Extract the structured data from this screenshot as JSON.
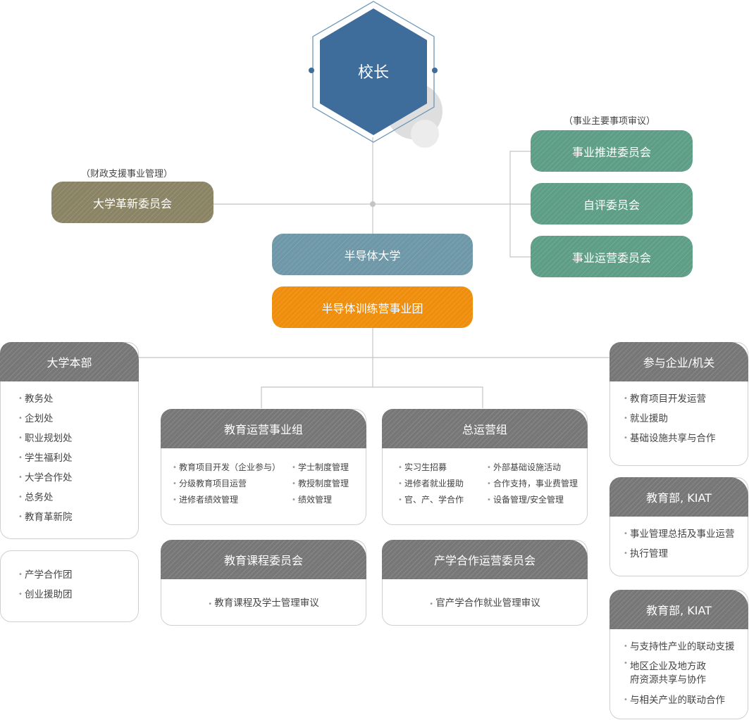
{
  "president": {
    "label": "校长"
  },
  "left_committee": {
    "note": "（财政支援事业管理）",
    "label": "大学革新委员会"
  },
  "right_committees": {
    "note": "（事业主要事项审议）",
    "items": [
      "事业推进委员会",
      "自评委员会",
      "事业运营委员会"
    ]
  },
  "semiconductor_univ": {
    "label": "半导体大学"
  },
  "training_group": {
    "label": "半导体训练营事业团"
  },
  "univ_hq": {
    "title": "大学本部",
    "items": [
      "教务处",
      "企划处",
      "职业规划处",
      "学生福利处",
      "大学合作处",
      "总务处",
      "教育革新院"
    ],
    "extra_items": [
      "产学合作团",
      "创业援助团"
    ]
  },
  "edu_ops": {
    "title": "教育运营事业组",
    "col1": [
      "教育项目开发（企业参与）",
      "分级教育项目运营",
      "进修者绩效管理"
    ],
    "col2": [
      "学士制度管理",
      "教授制度管理",
      "绩效管理"
    ]
  },
  "general_ops": {
    "title": "总运营组",
    "col1": [
      "实习生招募",
      "进修者就业援助",
      "官、产、学合作"
    ],
    "col2": [
      "外部基础设施活动",
      "合作支持，事业费管理",
      "设备管理/安全管理"
    ]
  },
  "curriculum_committee": {
    "title": "教育课程委员会",
    "item": "教育课程及学士管理审议"
  },
  "industry_committee": {
    "title": "产学合作运营委员会",
    "item": "官产学合作就业管理审议"
  },
  "participating": {
    "title": "参与企业/机关",
    "items": [
      "教育项目开发运营",
      "就业援助",
      "基础设施共享与合作"
    ]
  },
  "ministry1": {
    "title": "教育部, KIAT",
    "items": [
      "事业管理总括及事业运营",
      "执行管理"
    ]
  },
  "ministry2": {
    "title": "教育部, KIAT",
    "items": [
      "与支持性产业的联动支援",
      "地区企业及地方政\n府资源共享与协作",
      "与相关产业的联动合作"
    ]
  },
  "colors": {
    "hexagon": "#3e6d9c",
    "olive": "#8a8465",
    "green": "#5e9e86",
    "steel_blue": "#6e97a8",
    "orange": "#ef8e0c",
    "card_header": "#777777"
  }
}
